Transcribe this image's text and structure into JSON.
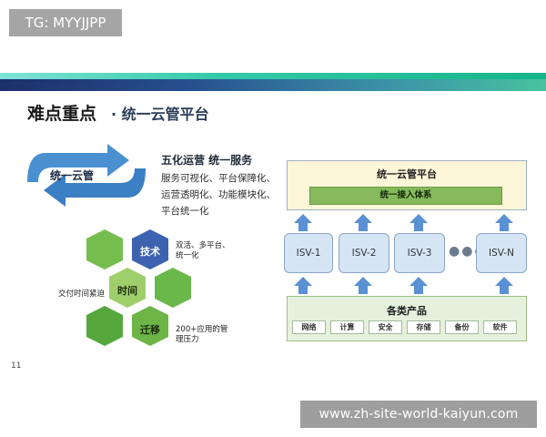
{
  "watermark_top": "TG: MYYJJPP",
  "watermark_bottom": "www.zh-site-world-kaiyun.com",
  "slide": {
    "title": "难点重点",
    "subtitle": "· 统一云管平台",
    "page_number": "11"
  },
  "cycle_label": "统一云管",
  "left_text": {
    "heading": "五化运营 统一服务",
    "lines": [
      "服务可视化、平台保障化、",
      "运营透明化、功能模块化、",
      "平台统一化"
    ]
  },
  "hexes": {
    "tech": "技术",
    "time": "时间",
    "migration": "迁移",
    "tech_note": [
      "双活、多平台、",
      "统一化"
    ],
    "time_note": "交付时间紧迫",
    "migration_note": [
      "200+应用的管",
      "理压力"
    ]
  },
  "diagram": {
    "platform_title": "统一云管平台",
    "unified_system": "统一接入体系",
    "isv": [
      "ISV-1",
      "ISV-2",
      "ISV-3",
      "ISV-N"
    ],
    "dots": "●●●",
    "products_title": "各类产品",
    "products": [
      "网络",
      "计算",
      "安全",
      "存储",
      "备份",
      "软件"
    ]
  },
  "colors": {
    "hex_dark_blue": "#3c62b0",
    "hex_green": "#5fae45",
    "hex_light_green": "#9fcf6a",
    "cycle_blue": "#4a90d0",
    "isv_fill": "#d6e5f4",
    "arrow_blue": "#5a90d4",
    "unified_green": "#86b95c"
  }
}
